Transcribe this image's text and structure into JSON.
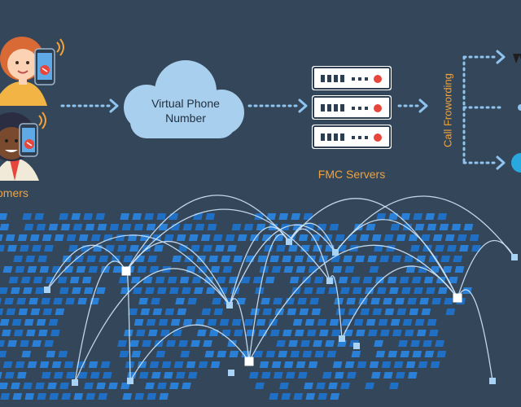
{
  "labels": {
    "customers": "omers",
    "cloud_line1": "Virtual Phone",
    "cloud_line2": "Number",
    "servers": "FMC Servers",
    "forwarding": "Call Frowording"
  },
  "colors": {
    "background": "#34475a",
    "accent_orange": "#f0a23c",
    "cloud": "#a9cfee",
    "arrow": "#8ec4f0",
    "map_tile": "#1f6fc4",
    "map_tile_light": "#2a7fd6",
    "arc": "#cfe6fb",
    "server_body": "#ffffff",
    "server_led": "#e8463a"
  },
  "icons": [
    "person-female-icon",
    "person-male-icon",
    "phone-icon",
    "signal-icon",
    "cloud-icon",
    "server-rack-icon",
    "arrow-icon"
  ]
}
